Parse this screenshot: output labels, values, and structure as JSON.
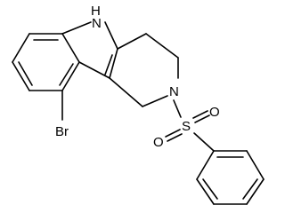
{
  "structure": {
    "atoms": {
      "nh": "H",
      "n_indole": "N",
      "n_ring": "N",
      "sulfur": "S",
      "oxygen_1": "O",
      "oxygen_2": "O",
      "bromine": "Br"
    }
  }
}
